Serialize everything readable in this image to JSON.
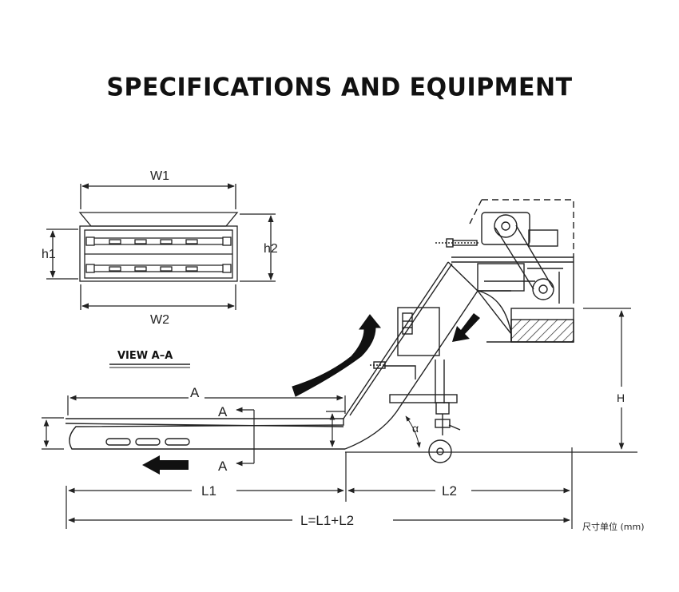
{
  "title": "SPECIFICATIONS AND EQUIPMENT",
  "view_label": "VIEW A–A",
  "unit_note": "尺寸单位 (mm)",
  "labels": {
    "w1": "W1",
    "w2": "W2",
    "h1": "h1",
    "h2": "h2",
    "A_top": "A",
    "A_section_top": "A",
    "A_section_bottom": "A",
    "H": "H",
    "alpha": "α",
    "L1": "L1",
    "L2": "L2",
    "L_total": "L=L1+L2"
  }
}
